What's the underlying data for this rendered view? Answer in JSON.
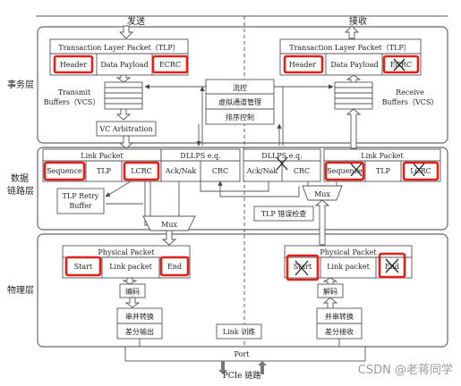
{
  "top_labels": {
    "send": "发送",
    "receive": "接收"
  },
  "layers": {
    "transaction": "事务层",
    "datalink_line1": "数据",
    "datalink_line2": "链路层",
    "physical": "物理层"
  },
  "tlp": {
    "title": "Transaction Layer Packet（TLP）",
    "header": "Header",
    "payload": "Data Payload",
    "ecrc": "ECRC"
  },
  "transmit_buffers": {
    "line1": "Transmit",
    "line2": "Buffers（VCS）"
  },
  "receive_buffers": {
    "line1": "Receive",
    "line2": "Buffers（VCS）"
  },
  "vc_arbitration": "VC Arbitration",
  "flow_box": {
    "flow_control": "流控",
    "vc_mgmt": "虚拟通道管理",
    "ordering": "排序控制"
  },
  "link_packet": {
    "title": "Link Packet",
    "sequence": "Sequence",
    "tlp": "TLP",
    "lcrc": "LCRC"
  },
  "dllps": {
    "title": "DLLPS e.q.",
    "ack_nak": "Ack/Nak",
    "crc": "CRC"
  },
  "tlp_retry": {
    "line1": "TLP Retry",
    "line2": "Buffer"
  },
  "mux": "Mux",
  "tlp_error_check": "TLP 错误检查",
  "physical_packet": {
    "title": "Physical Packet",
    "start": "Start",
    "link_packet": "Link packet",
    "end": "End"
  },
  "encode": "编码",
  "decode": "解码",
  "parallel_to_serial": "串并转换",
  "differential_out": "差分输出",
  "serial_to_parallel": "并串转换",
  "differential_in": "差分接收",
  "link_training": "Link 训练",
  "port": "Port",
  "pcie_link": "PCIe 链路",
  "watermark": "CSDN @老蒋同学",
  "colors": {
    "highlight": "#e0201b",
    "stroke": "#555555"
  }
}
